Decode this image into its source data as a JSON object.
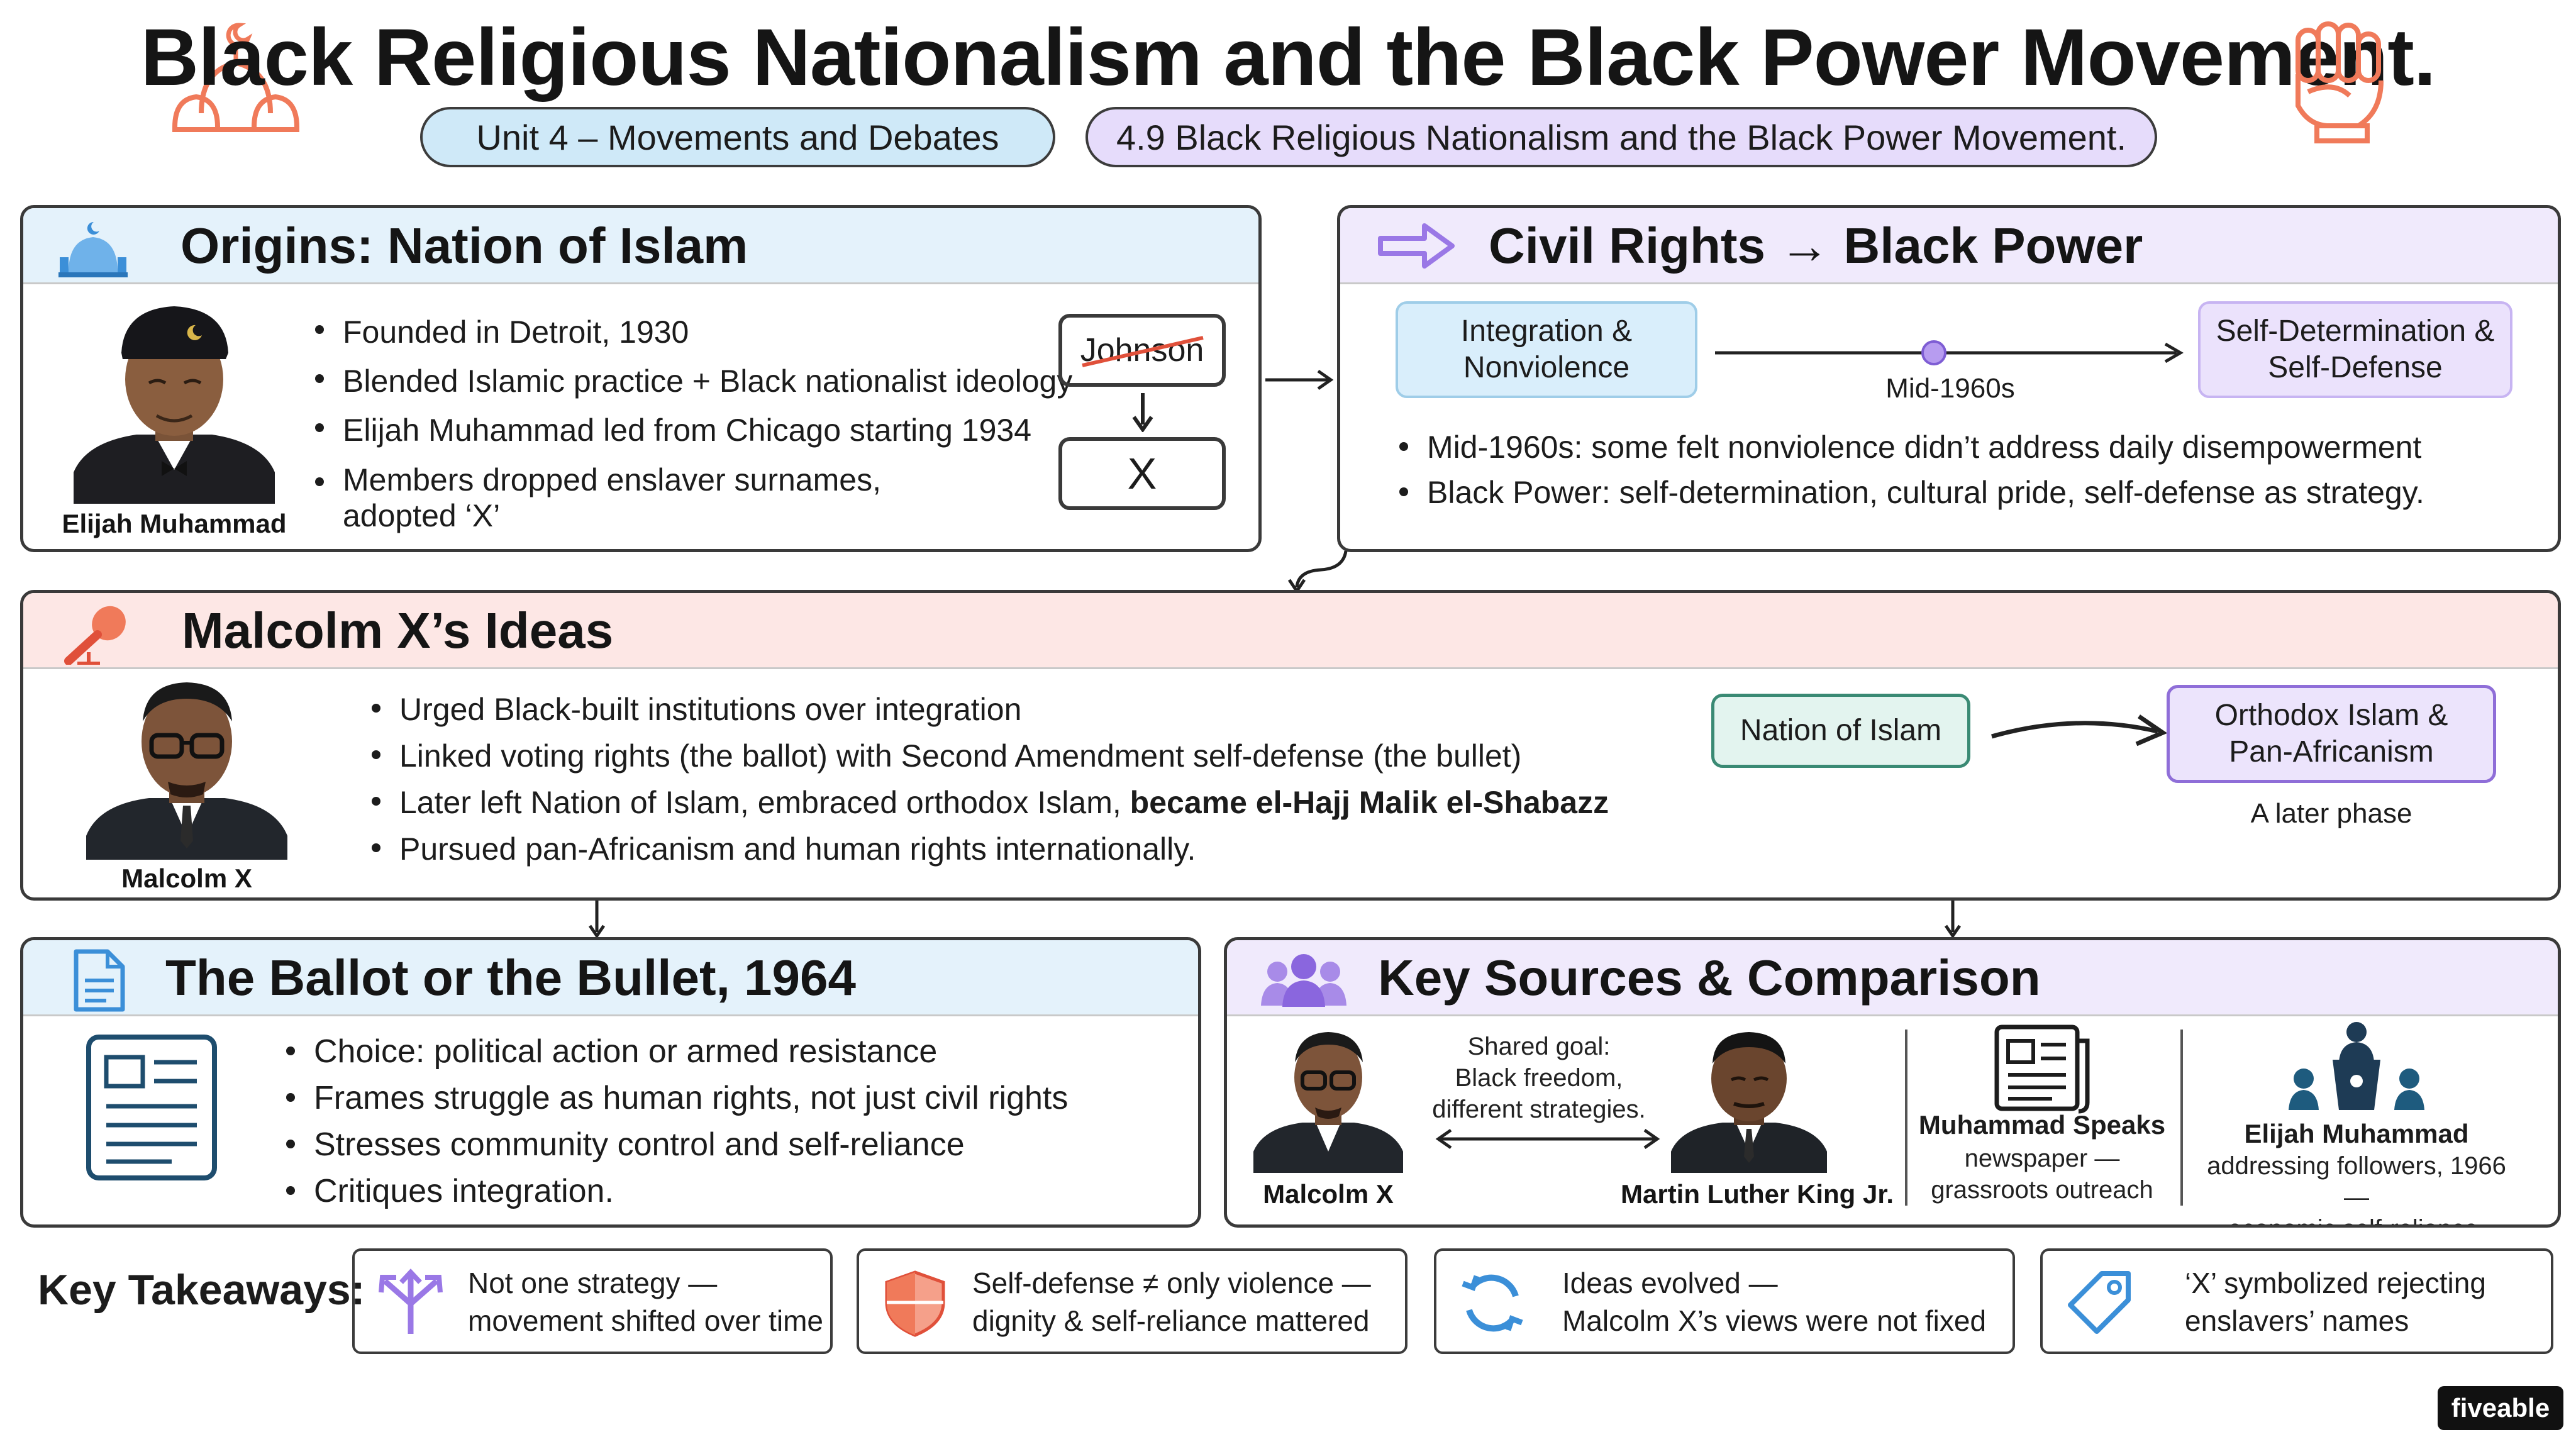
{
  "header": {
    "title": "Black Religious Nationalism and the Black Power Movement.",
    "unit_pill": "Unit 4 – Movements and Debates",
    "topic_pill": "4.9 Black Religious Nationalism and the Black Power Movement."
  },
  "origins": {
    "title": "Origins: Nation of Islam",
    "portrait_caption": "Elijah Muhammad",
    "bullets": [
      "Founded in Detroit, 1930",
      "Blended Islamic practice + Black nationalist ideology",
      "Elijah Muhammad led from Chicago starting 1934",
      "Members dropped enslaver surnames,"
    ],
    "bullet_continuation": "adopted ‘X’",
    "name_from": "Johnson",
    "name_to": "X"
  },
  "civil_rights": {
    "title": "Civil Rights → Black Power",
    "start_box": [
      "Integration &",
      "Nonviolence"
    ],
    "end_box": [
      "Self-Determination &",
      "Self-Defense"
    ],
    "timeline_label": "Mid-1960s",
    "bullets": [
      "Mid-1960s: some felt nonviolence didn’t address daily disempowerment",
      "Black Power: self-determination, cultural pride, self-defense as strategy."
    ]
  },
  "malcolm": {
    "title": "Malcolm X’s Ideas",
    "portrait_caption": "Malcolm X",
    "bullets": [
      "Urged Black-built institutions over integration",
      "Linked voting rights (the ballot) with Second Amendment self-defense (the bullet)",
      "Pursued pan-Africanism and human rights internationally."
    ],
    "bullet3_prefix": "Later left Nation of Islam, embraced orthodox Islam,",
    "bullet3_bold": "became el-Hajj Malik el-Shabazz",
    "from_box": "Nation of Islam",
    "to_box": [
      "Orthodox Islam &",
      "Pan-Africanism"
    ],
    "later_label": "A later phase"
  },
  "ballot": {
    "title": "The Ballot or the Bullet, 1964",
    "bullets": [
      "Choice: political action or armed resistance",
      "Frames struggle as human rights, not just civil rights",
      "Stresses community control and self-reliance",
      "Critiques integration."
    ]
  },
  "sources": {
    "title": "Key Sources & Comparison",
    "shared_goal": [
      "Shared goal:",
      "Black freedom,",
      "different strategies."
    ],
    "left_caption": "Malcolm X",
    "right_caption": "Martin Luther King Jr.",
    "newspaper_title": "Muhammad Speaks",
    "newspaper_sub": [
      "newspaper —",
      "grassroots outreach"
    ],
    "speech_title": "Elijah Muhammad",
    "speech_sub": [
      "addressing followers, 1966 —",
      "economic self-reliance."
    ]
  },
  "takeaways": {
    "label": "Key Takeaways:",
    "items": [
      {
        "line1": "Not one strategy —",
        "line2": "movement shifted over time"
      },
      {
        "line1": "Self-defense ≠ only violence —",
        "line2": "dignity & self-reliance mattered"
      },
      {
        "line1": "Ideas evolved —",
        "line2": "Malcolm X’s views were not fixed"
      },
      {
        "line1": "‘X’ symbolized rejecting",
        "line2": "enslavers’ names"
      }
    ]
  },
  "brand": "fiveable",
  "colors": {
    "blue_tint": "#e4f2fb",
    "purple_tint": "#f0eafc",
    "pink_tint": "#fde7e5",
    "accent_orange": "#f07a5a",
    "accent_purple": "#9a78e6",
    "accent_blue": "#3b8fd8",
    "green_box": "#e3f4ef"
  }
}
